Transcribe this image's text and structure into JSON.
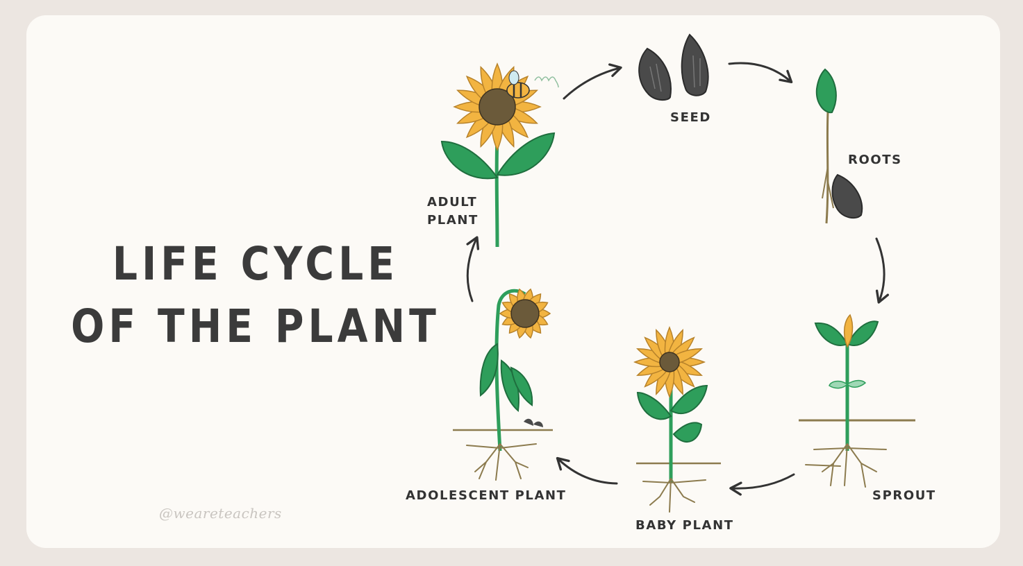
{
  "title": {
    "line1": "LIFE CYCLE",
    "line2": "OF THE PLANT"
  },
  "stages": {
    "seed": "SEED",
    "roots": "ROOTS",
    "sprout": "SPROUT",
    "baby_plant": "BABY PLANT",
    "adolescent_plant": "ADOLESCENT PLANT",
    "adult_plant_line1": "ADULT",
    "adult_plant_line2": "PLANT"
  },
  "watermark": "@weareteachers",
  "colors": {
    "background": "#ece6e1",
    "card": "#fcfaf6",
    "text": "#3b3b3b",
    "leaf": "#2e9e5b",
    "petal": "#f2b441",
    "center": "#6b5a3a",
    "seed": "#4a4a4a",
    "root": "#8c7b4e"
  }
}
